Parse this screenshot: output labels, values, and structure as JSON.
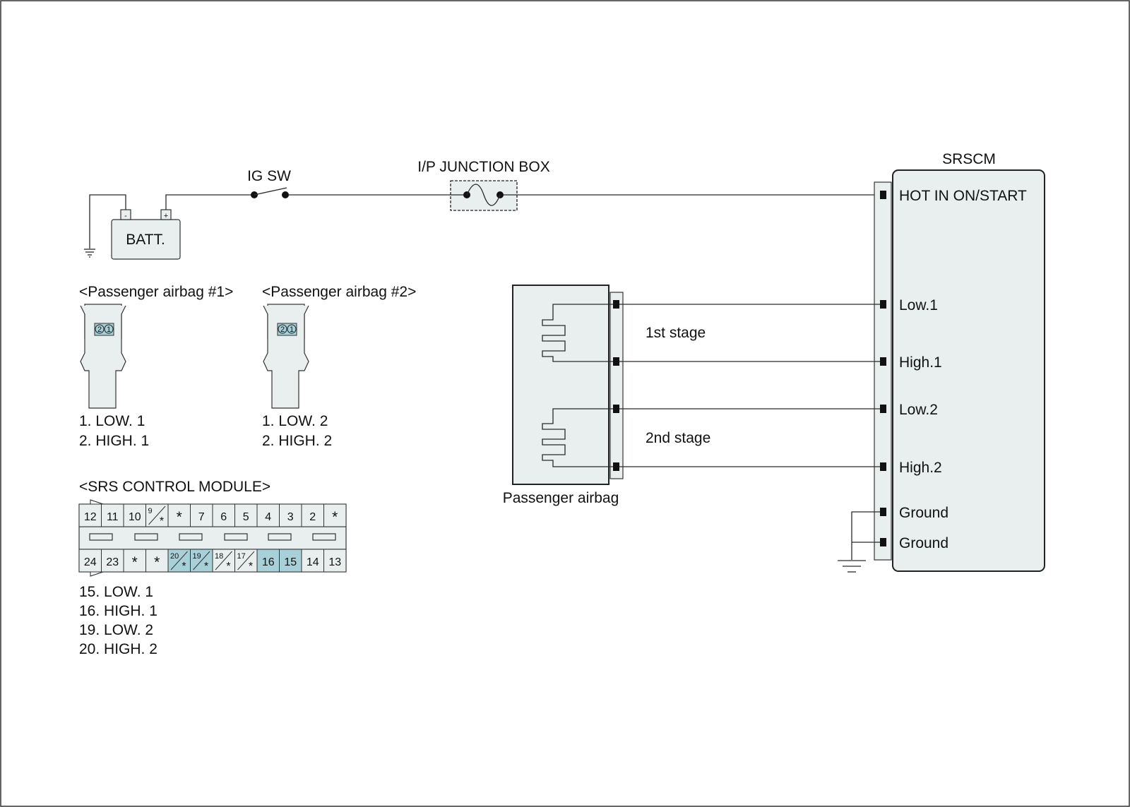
{
  "labels": {
    "ig_sw": "IG SW",
    "junction_box": "I/P JUNCTION BOX",
    "srscm": "SRSCM",
    "batt": "BATT.",
    "batt_minus": "-",
    "batt_plus": "+",
    "passenger_airbag": "Passenger airbag",
    "stage1": "1st stage",
    "stage2": "2nd stage"
  },
  "srscm_pins": [
    "HOT IN ON/START",
    "Low.1",
    "High.1",
    "Low.2",
    "High.2",
    "Ground",
    "Ground"
  ],
  "connector1": {
    "title": "<Passenger airbag #1>",
    "pin_a": "2",
    "pin_b": "1",
    "legend": [
      "1. LOW. 1",
      "2. HIGH. 1"
    ]
  },
  "connector2": {
    "title": "<Passenger airbag #2>",
    "pin_a": "2",
    "pin_b": "1",
    "legend": [
      "1. LOW. 2",
      "2. HIGH. 2"
    ]
  },
  "srs_module": {
    "title": "<SRS CONTROL MODULE>",
    "top_row": [
      "12",
      "11",
      "10",
      "9",
      "*",
      "7",
      "6",
      "5",
      "4",
      "3",
      "2",
      "*"
    ],
    "bottom_row": [
      "24",
      "23",
      "*",
      "*",
      "20",
      "19",
      "18",
      "17",
      "16",
      "15",
      "14",
      "13"
    ],
    "star": "*",
    "legend": [
      "15. LOW. 1",
      "16. HIGH. 1",
      "19. LOW. 2",
      "20. HIGH. 2"
    ],
    "highlight_color": "#a8d0d8"
  },
  "colors": {
    "fill": "#e9eeee",
    "highlight": "#a8d0d8",
    "line": "#222222"
  }
}
